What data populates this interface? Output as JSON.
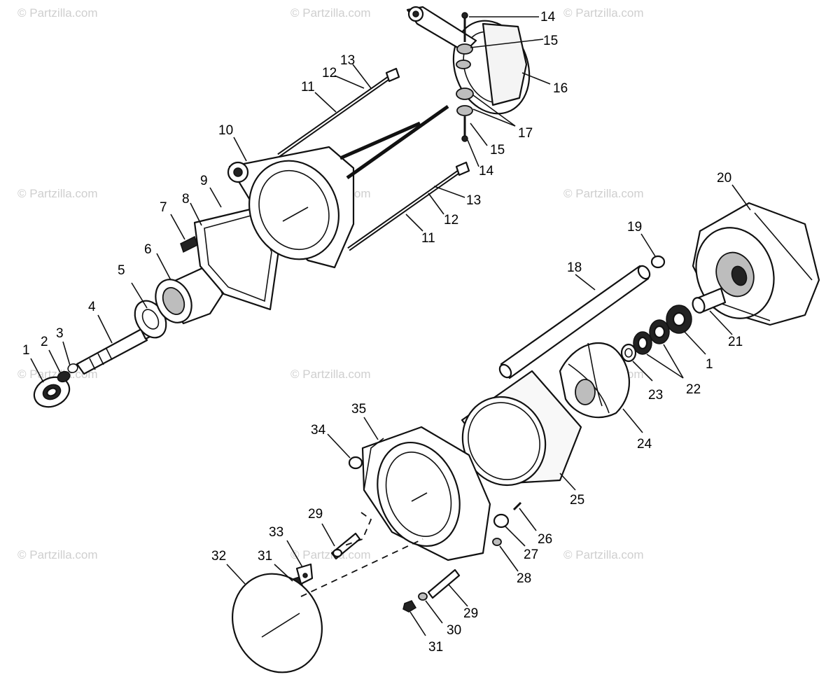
{
  "watermark": {
    "text": "© Partzilla.com",
    "color": "#cfcfcf"
  },
  "callouts": {
    "c1a": "1",
    "c2": "2",
    "c3": "3",
    "c4": "4",
    "c5": "5",
    "c6": "6",
    "c7": "7",
    "c8": "8",
    "c9": "9",
    "c10": "10",
    "c11a": "11",
    "c11b": "11",
    "c12a": "12",
    "c12b": "12",
    "c13a": "13",
    "c13b": "13",
    "c14a": "14",
    "c14b": "14",
    "c15a": "15",
    "c15b": "15",
    "c16": "16",
    "c17": "17",
    "c18": "18",
    "c19": "19",
    "c20": "20",
    "c21": "21",
    "c1b": "1",
    "c22": "22",
    "c23": "23",
    "c24": "24",
    "c25": "25",
    "c26": "26",
    "c27": "27",
    "c28": "28",
    "c29a": "29",
    "c29b": "29",
    "c30": "30",
    "c31a": "31",
    "c31b": "31",
    "c32": "32",
    "c33": "33",
    "c34": "34",
    "c35": "35"
  }
}
